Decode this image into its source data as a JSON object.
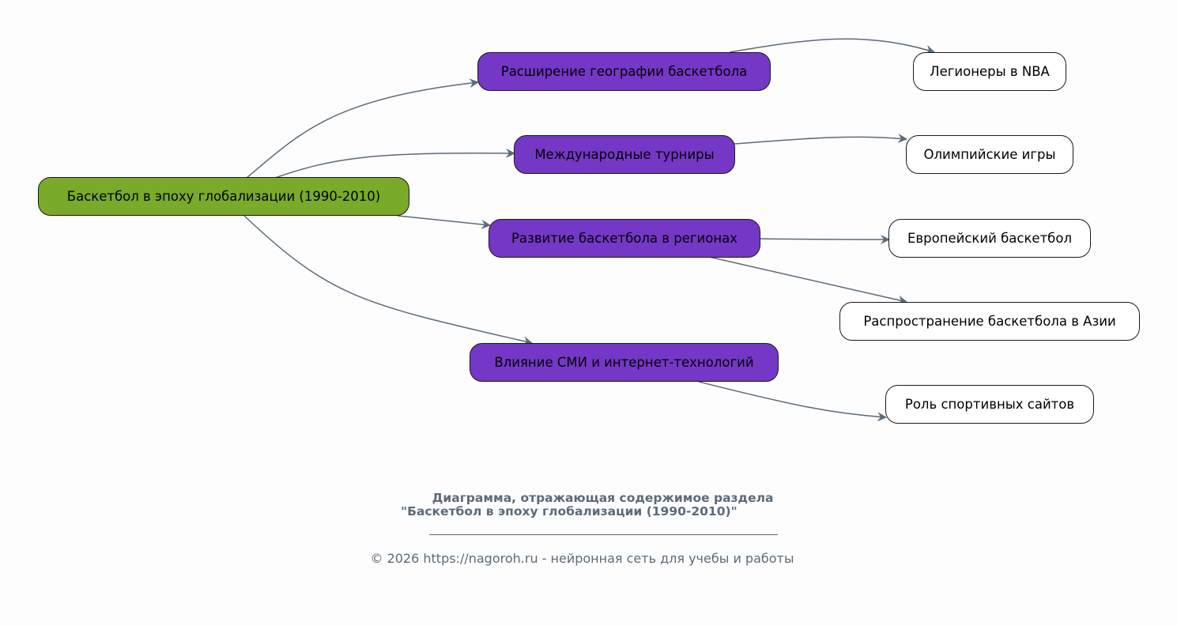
{
  "diagram": {
    "root": {
      "id": "root",
      "label": "Баскетбол в эпоху глобализации (1990-2010)"
    },
    "topics": [
      {
        "id": "t1",
        "label": "Расширение географии баскетбола"
      },
      {
        "id": "t2",
        "label": "Международные турниры"
      },
      {
        "id": "t3",
        "label": "Развитие баскетбола в регионах"
      },
      {
        "id": "t4",
        "label": "Влияние СМИ и интернет-технологий"
      }
    ],
    "subtopics": [
      {
        "id": "s1",
        "label": "Легионеры в NBA"
      },
      {
        "id": "s2",
        "label": "Олимпийские игры"
      },
      {
        "id": "s3",
        "label": "Европейский баскетбол"
      },
      {
        "id": "s4",
        "label": "Распространение баскетбола в Азии"
      },
      {
        "id": "s5",
        "label": "Роль спортивных сайтов"
      }
    ],
    "edges": [
      {
        "from": "root",
        "to": "t1"
      },
      {
        "from": "root",
        "to": "t2"
      },
      {
        "from": "root",
        "to": "t3"
      },
      {
        "from": "root",
        "to": "t4"
      },
      {
        "from": "t1",
        "to": "s1"
      },
      {
        "from": "t2",
        "to": "s2"
      },
      {
        "from": "t3",
        "to": "s3"
      },
      {
        "from": "t3",
        "to": "s4"
      },
      {
        "from": "t4",
        "to": "s5"
      }
    ],
    "colors": {
      "root_fill": "#79aa29",
      "topic_fill": "#7537c6",
      "subtopic_fill": "#ffffff",
      "edge": "#5c6b7a",
      "caption": "#5c6b7a"
    }
  },
  "caption": {
    "title_line1": "Диаграмма, отражающая содержимое раздела",
    "title_line2": "\"Баскетбол в эпоху глобализации (1990-2010)\"",
    "footer": "© 2026 https://nagoroh.ru - нейронная сеть для учебы и работы"
  }
}
